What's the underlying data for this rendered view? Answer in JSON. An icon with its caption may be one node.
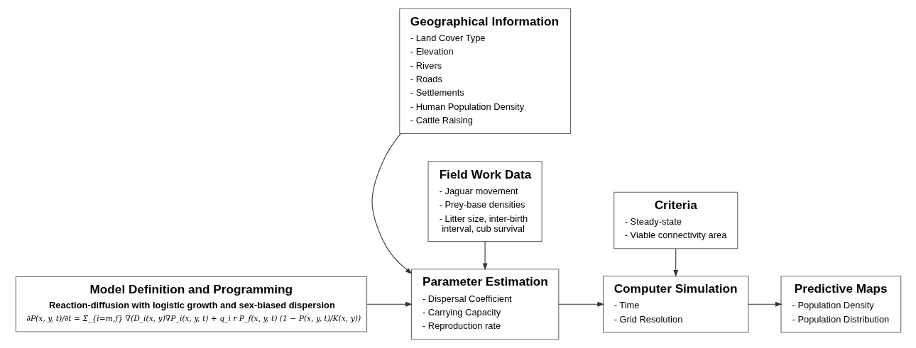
{
  "diagram": {
    "nodes": [
      {
        "text": [
          "Geographical Information",
          "- Land Cover Type",
          "- Elevation",
          "- Rivers",
          "- Roads",
          "- Settlements",
          "- Human Population Density",
          "- Cattle Raising"
        ]
      },
      {
        "text": [
          "Model Definition and Programming",
          "Reaction-diffusion with logistic growth and sex-biased dispersion",
          "∂P(x, y, t)/∂t = Σ_{i=m,f} ∇(D_i(x, y)∇P_i(x, y, t) + q_i r P_f(x, y, t) (1 − P(x, y, t)/K(x, y))"
        ]
      },
      {
        "text": [
          "Parameter Estimation",
          "- Dispersal Coefficient",
          "- Carrying Capacity",
          "- Reproduction rate"
        ]
      },
      {
        "text": [
          "Computer Simulation",
          "- Time",
          "- Grid Resolution"
        ]
      },
      {
        "text": [
          "Predictive Maps",
          "- Population Density",
          "- Population Distribution"
        ]
      },
      {
        "text": [
          "Field Work Data",
          "- Jaguar movement",
          "- Prey-base densities",
          "- Litter size, inter-birth interval, cub survival"
        ]
      },
      {
        "text": [
          "Criteria",
          "- Steady-state",
          "- Viable connectivity area"
        ]
      }
    ],
    "edges": [
      {
        "from": 0,
        "to": 2,
        "arrow": "to"
      },
      {
        "from": 1,
        "to": 2,
        "arrow": "to"
      },
      {
        "from": 2,
        "to": 3,
        "arrow": "to"
      },
      {
        "from": 3,
        "to": 4,
        "arrow": "to"
      },
      {
        "from": 5,
        "to": 2,
        "arrow": "to"
      },
      {
        "from": 6,
        "to": 3,
        "arrow": "to"
      }
    ]
  }
}
